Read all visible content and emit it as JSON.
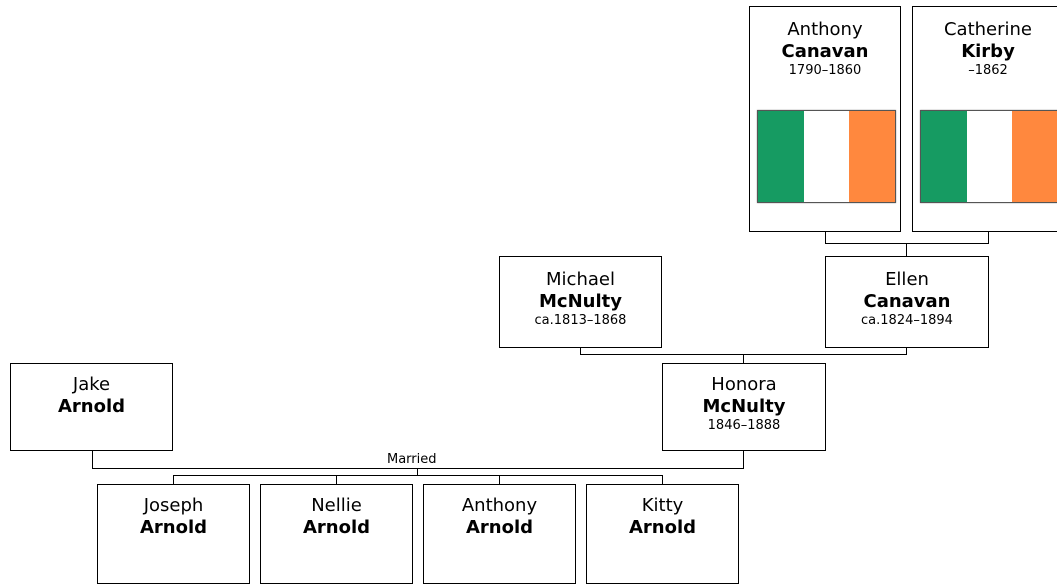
{
  "people": {
    "anthony_canavan": {
      "given": "Anthony",
      "surname": "Canavan",
      "dates": "1790–1860"
    },
    "catherine_kirby": {
      "given": "Catherine",
      "surname": "Kirby",
      "dates": "–1862"
    },
    "michael_mcnulty": {
      "given": "Michael",
      "surname": "McNulty",
      "dates": "ca.1813–1868"
    },
    "ellen_canavan": {
      "given": "Ellen",
      "surname": "Canavan",
      "dates": "ca.1824–1894"
    },
    "jake_arnold": {
      "given": "Jake",
      "surname": "Arnold"
    },
    "honora_mcnulty": {
      "given": "Honora",
      "surname": "McNulty",
      "dates": "1846–1888"
    },
    "joseph_arnold": {
      "given": "Joseph",
      "surname": "Arnold"
    },
    "nellie_arnold": {
      "given": "Nellie",
      "surname": "Arnold"
    },
    "anthony_arnold": {
      "given": "Anthony",
      "surname": "Arnold"
    },
    "kitty_arnold": {
      "given": "Kitty",
      "surname": "Arnold"
    }
  },
  "marriage_label": "Married",
  "flag": {
    "name": "ireland-flag-icon",
    "colors": [
      "#169b62",
      "#ffffff",
      "#ff883e"
    ]
  }
}
